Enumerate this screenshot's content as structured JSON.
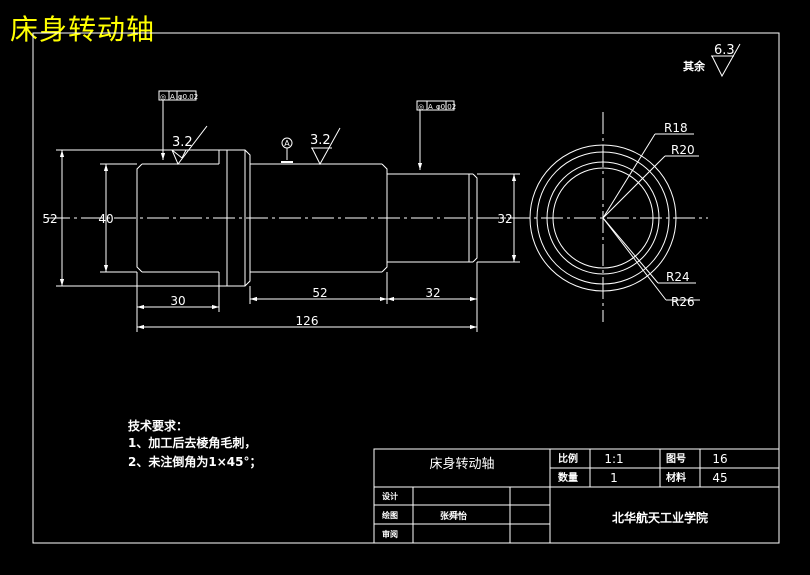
{
  "title": "床身转动轴",
  "roughness": {
    "rest_label": "其余",
    "rest_value": "6.3",
    "left_value": "3.2",
    "mid_value": "3.2"
  },
  "datum": {
    "letter": "A"
  },
  "tolerance_frames": [
    {
      "symbol": "◎",
      "value": "φ0.02",
      "datum": "A"
    },
    {
      "symbol": "◎",
      "value": "φ0.02",
      "datum": "A"
    }
  ],
  "dimensions": {
    "dia_52": "52",
    "dia_40": "40",
    "dia_32": "32",
    "len_30": "30",
    "len_52": "52",
    "len_32": "32",
    "len_126": "126",
    "r18": "R18",
    "r20": "R20",
    "r24": "R24",
    "r26": "R26"
  },
  "notes": {
    "heading": "技术要求：",
    "line1": "1、加工后去棱角毛刺，",
    "line2": "2、未注倒角为1×45°；"
  },
  "title_block": {
    "part_name": "床身转动轴",
    "scale_label": "比例",
    "scale_value": "1:1",
    "drawing_no_label": "图号",
    "drawing_no_value": "16",
    "qty_label": "数量",
    "qty_value": "1",
    "material_label": "材料",
    "material_value": "45",
    "design_label": "设计",
    "drawn_label": "绘图",
    "drawn_name": "张舜怡",
    "review_label": "审阅",
    "school": "北华航天工业学院"
  },
  "colors": {
    "background": "#000000",
    "lines": "#ffffff",
    "title": "#ffff00"
  }
}
